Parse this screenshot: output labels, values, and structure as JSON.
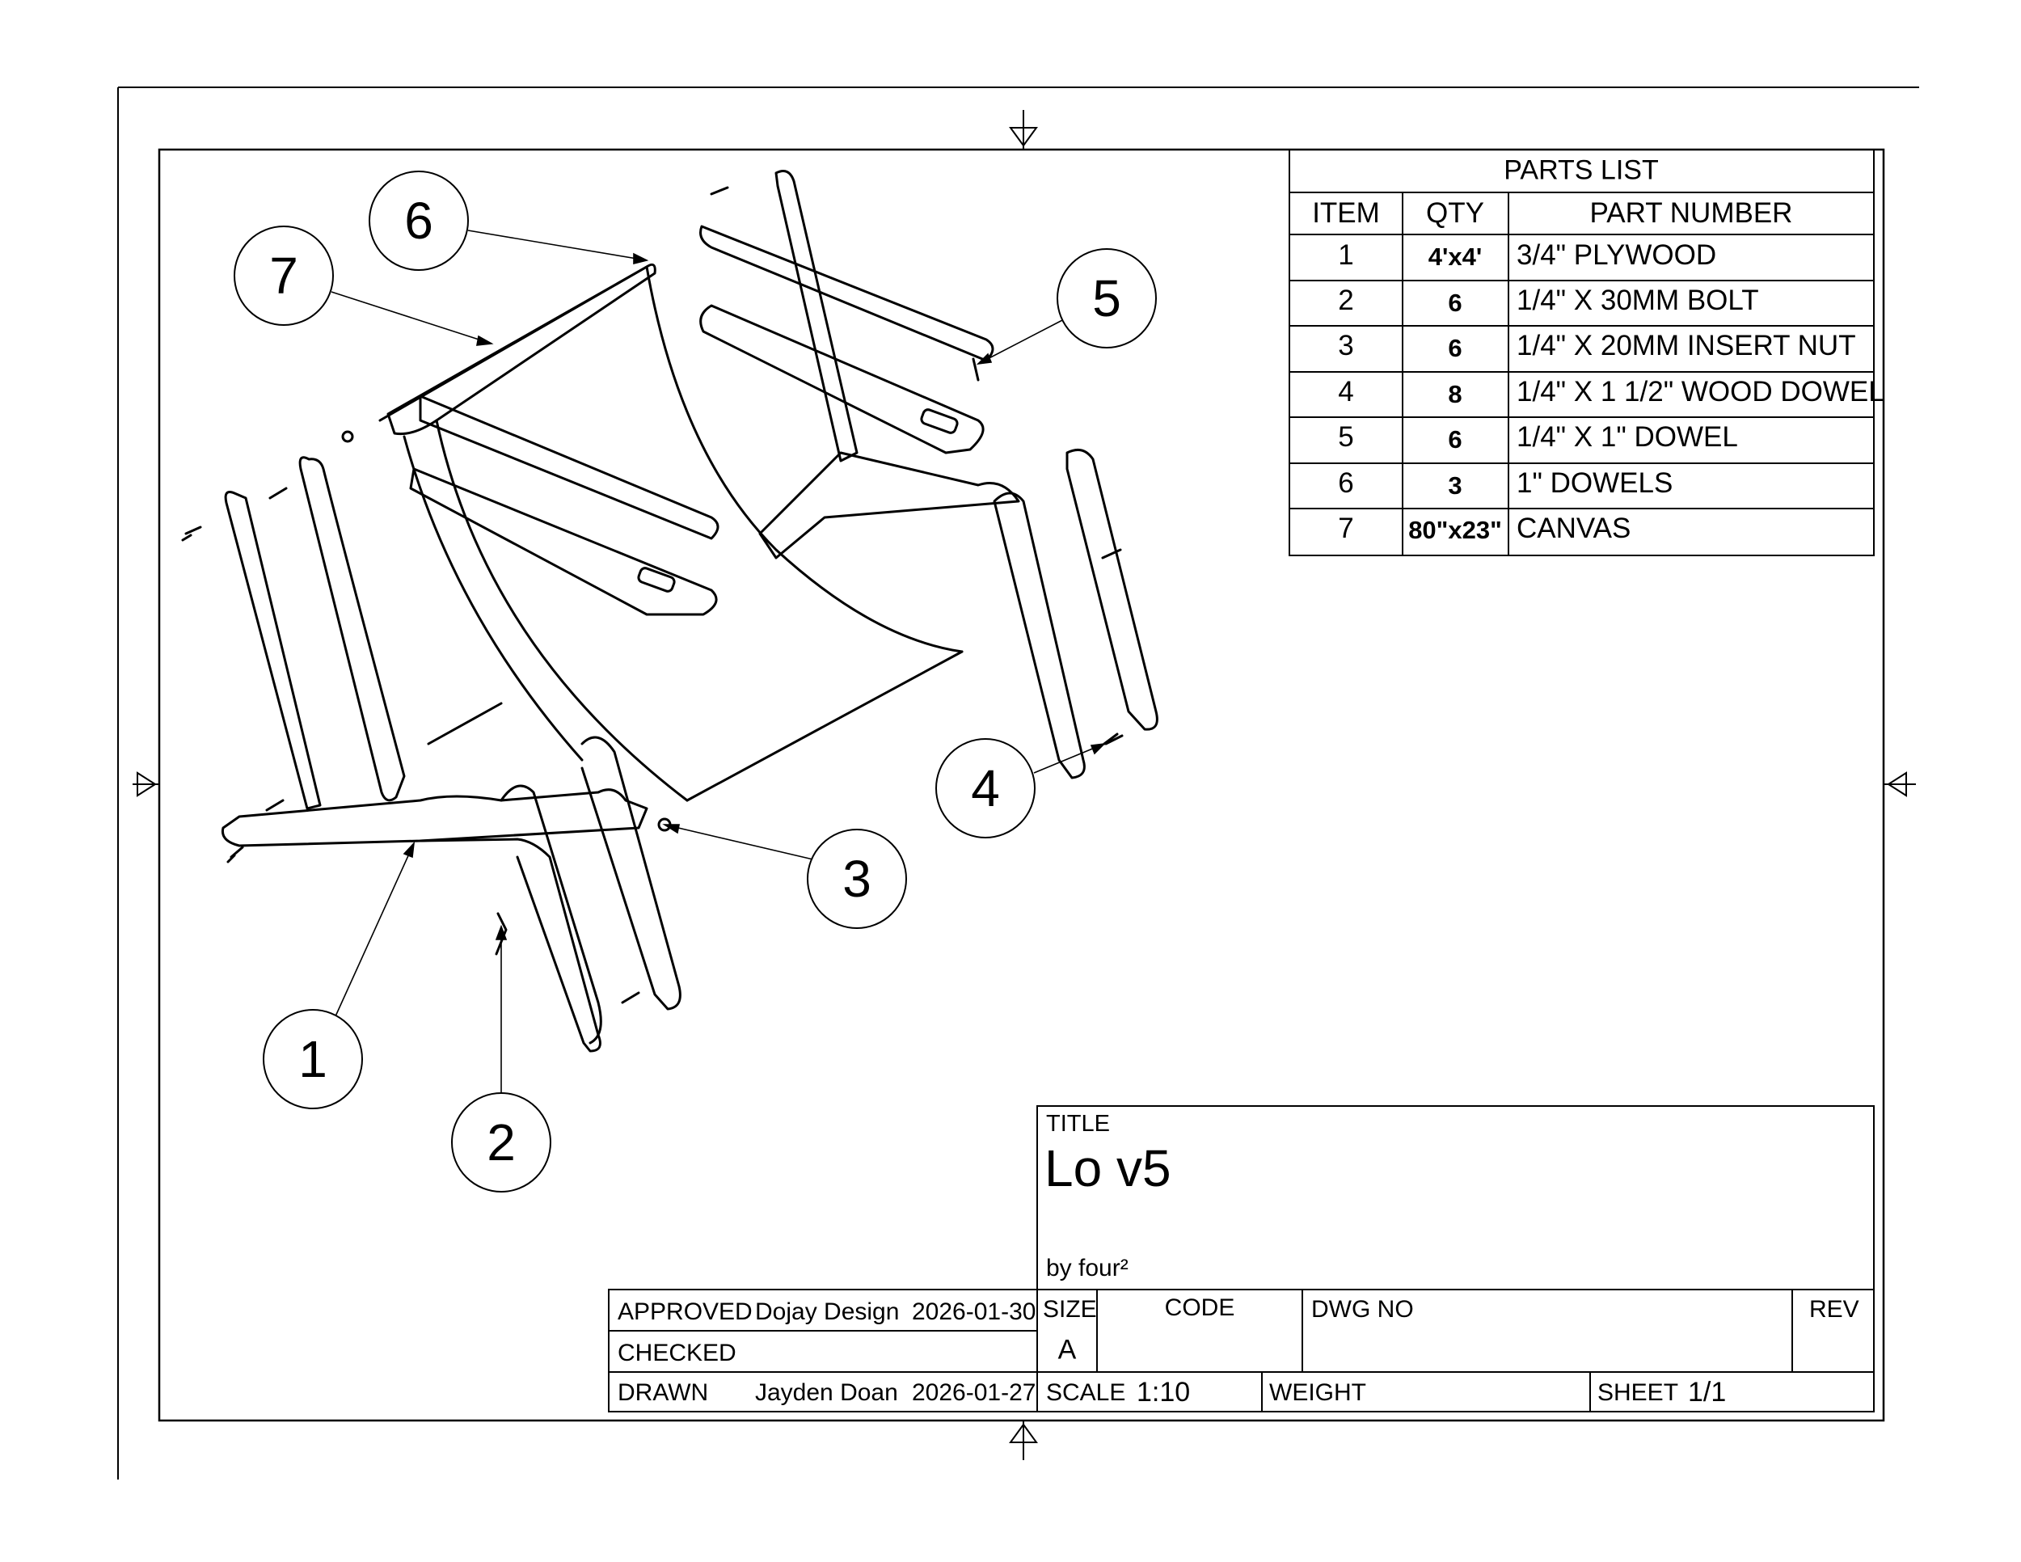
{
  "balloons": [
    "1",
    "2",
    "3",
    "4",
    "5",
    "6",
    "7"
  ],
  "parts_list": {
    "title": "PARTS LIST",
    "headers": [
      "ITEM",
      "QTY",
      "PART NUMBER"
    ],
    "rows": [
      {
        "item": "1",
        "qty": "4'x4'",
        "part": "3/4\" PLYWOOD"
      },
      {
        "item": "2",
        "qty": "6",
        "part": "1/4\" X 30MM BOLT"
      },
      {
        "item": "3",
        "qty": "6",
        "part": "1/4\" X 20MM INSERT NUT"
      },
      {
        "item": "4",
        "qty": "8",
        "part": "1/4\" X 1 1/2\" WOOD DOWEL"
      },
      {
        "item": "5",
        "qty": "6",
        "part": "1/4\" X 1\" DOWEL"
      },
      {
        "item": "6",
        "qty": "3",
        "part": "1\" DOWELS"
      },
      {
        "item": "7",
        "qty": "80\"x23\"",
        "part": "CANVAS"
      }
    ]
  },
  "title_block": {
    "title_label": "TITLE",
    "title": "Lo v5",
    "subtitle": "by four²",
    "approved_label": "APPROVED",
    "approved_by": "Dojay Design",
    "approved_date": "2026-01-30",
    "checked_label": "CHECKED",
    "drawn_label": "DRAWN",
    "drawn_by": "Jayden Doan",
    "drawn_date": "2026-01-27",
    "size_label": "SIZE",
    "size_value": "A",
    "code_label": "CODE",
    "dwg_no_label": "DWG NO",
    "rev_label": "REV",
    "scale_label": "SCALE",
    "scale_value": "1:10",
    "weight_label": "WEIGHT",
    "sheet_label": "SHEET",
    "sheet_value": "1/1"
  }
}
